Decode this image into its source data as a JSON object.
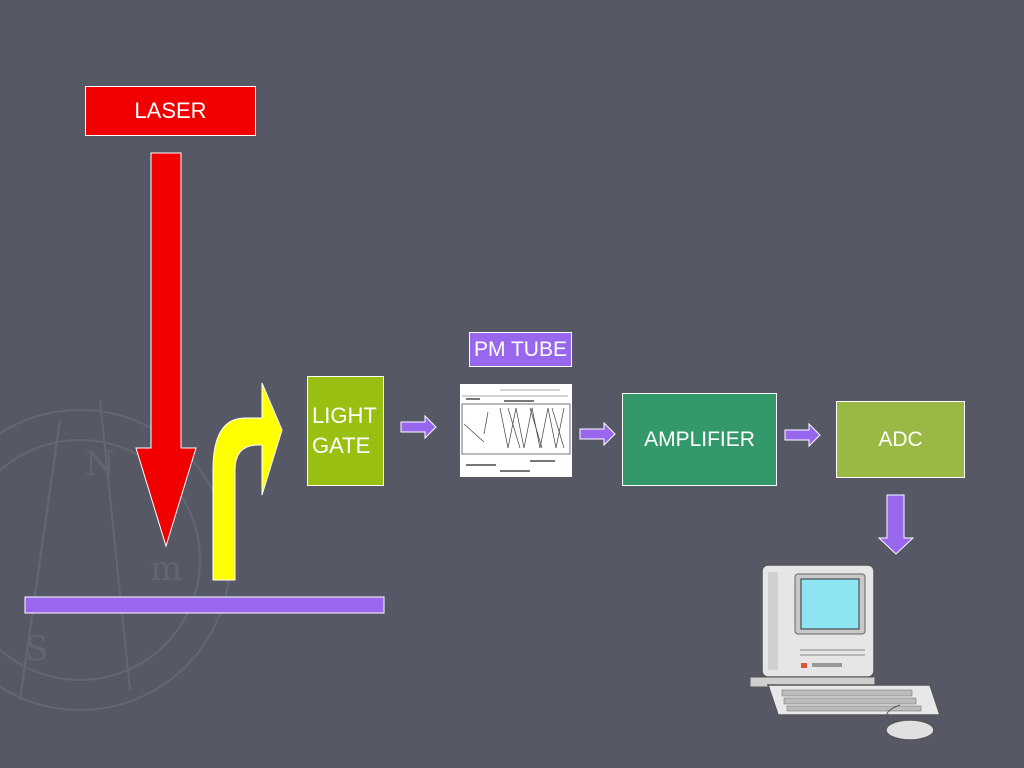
{
  "diagram": {
    "laser": {
      "label": "LASER"
    },
    "light_gate": {
      "line1": "LIGHT",
      "line2": "GATE"
    },
    "pm_tube": {
      "label": "PM TUBE"
    },
    "amplifier": {
      "label": "AMPLIFIER"
    },
    "adc": {
      "label": "ADC"
    }
  },
  "colors": {
    "background": "#565866",
    "laser": "#f20000",
    "light_gate": "#99c010",
    "pm_tube": "#9966ee",
    "amplifier": "#33996a",
    "adc": "#99b844",
    "reflected_beam": "#ffff00",
    "connector_arrow": "#9966ee"
  }
}
